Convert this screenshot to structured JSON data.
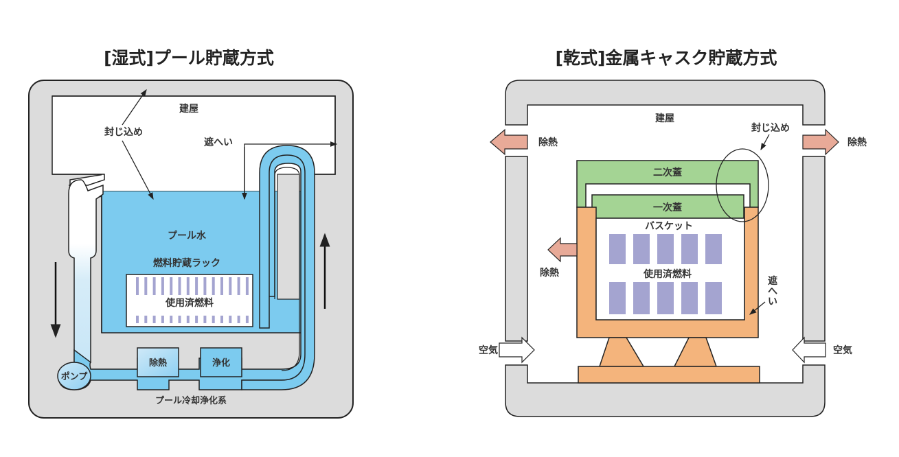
{
  "wet": {
    "title": "[湿式]プール貯蔵方式",
    "labels": {
      "building": "建屋",
      "containment": "封じ込め",
      "shielding": "遮へい",
      "pool_water": "プール水",
      "fuel_rack": "燃料貯蔵ラック",
      "spent_fuel": "使用済燃料",
      "pump": "ポンプ",
      "heat_removal": "除熱",
      "purification": "浄化",
      "cooling_system": "プール冷却浄化系"
    }
  },
  "dry": {
    "title": "[乾式]金属キャスク貯蔵方式",
    "labels": {
      "building": "建屋",
      "containment": "封じ込め",
      "heat_removal_left": "除熱",
      "heat_removal_right": "除熱",
      "heat_removal_cask": "除熱",
      "secondary_lid": "二次蓋",
      "primary_lid": "一次蓋",
      "basket": "バスケット",
      "spent_fuel": "使用済燃料",
      "shielding_1": "遮",
      "shielding_2": "へ",
      "shielding_3": "い",
      "air_left": "空気",
      "air_right": "空気"
    }
  },
  "colors": {
    "wall": "#dcdcdc",
    "water": "#7ccbef",
    "cask": "#f4b47c",
    "lid": "#a4d494",
    "fuel": "#a4a4d0",
    "heat_arrow": "#e8aa98"
  }
}
